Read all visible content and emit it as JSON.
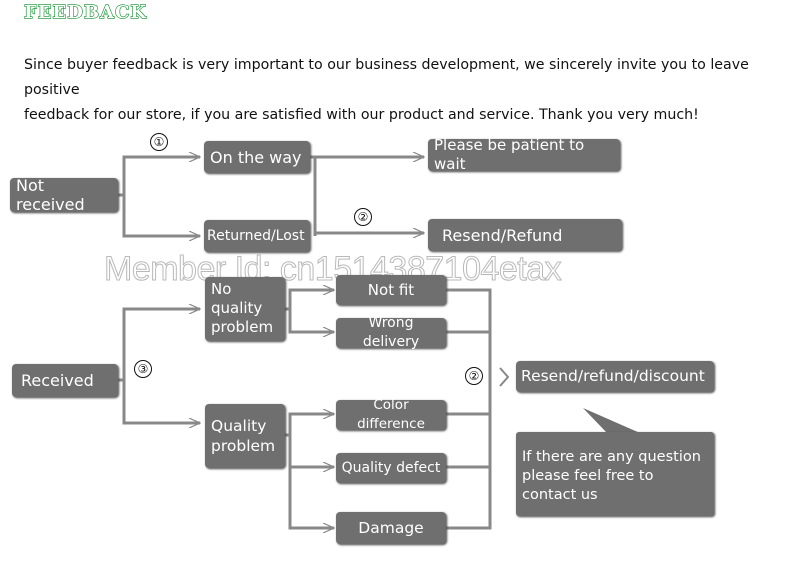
{
  "header": {
    "title": "FEEDBACK",
    "intro_line1": "Since buyer feedback is very important to our business development, we sincerely invite you to leave positive",
    "intro_line2": "feedback for our store, if you are satisfied with our product and service. Thank you very much!"
  },
  "watermark": "Member Id: cn1514387104etax",
  "markers": {
    "one": "①",
    "two": "②",
    "three": "③"
  },
  "flow": {
    "not_received": "Not received",
    "on_the_way": "On the way",
    "returned_lost": "Returned/Lost",
    "please_wait": "Please be patient to wait",
    "resend_refund": "Resend/Refund",
    "received": "Received",
    "no_quality_problem": "No quality problem",
    "quality_problem": "Quality problem",
    "not_fit": "Not fit",
    "wrong_delivery": "Wrong delivery",
    "color_difference": "Color difference",
    "quality_defect": "Quality defect",
    "damage": "Damage",
    "resend_refund_discount": "Resend/refund/discount",
    "contact_note": "If there are any question please feel free to contact us"
  },
  "colors": {
    "box_fill": "#6f6f6f",
    "title_green": "#0b8a2a"
  }
}
